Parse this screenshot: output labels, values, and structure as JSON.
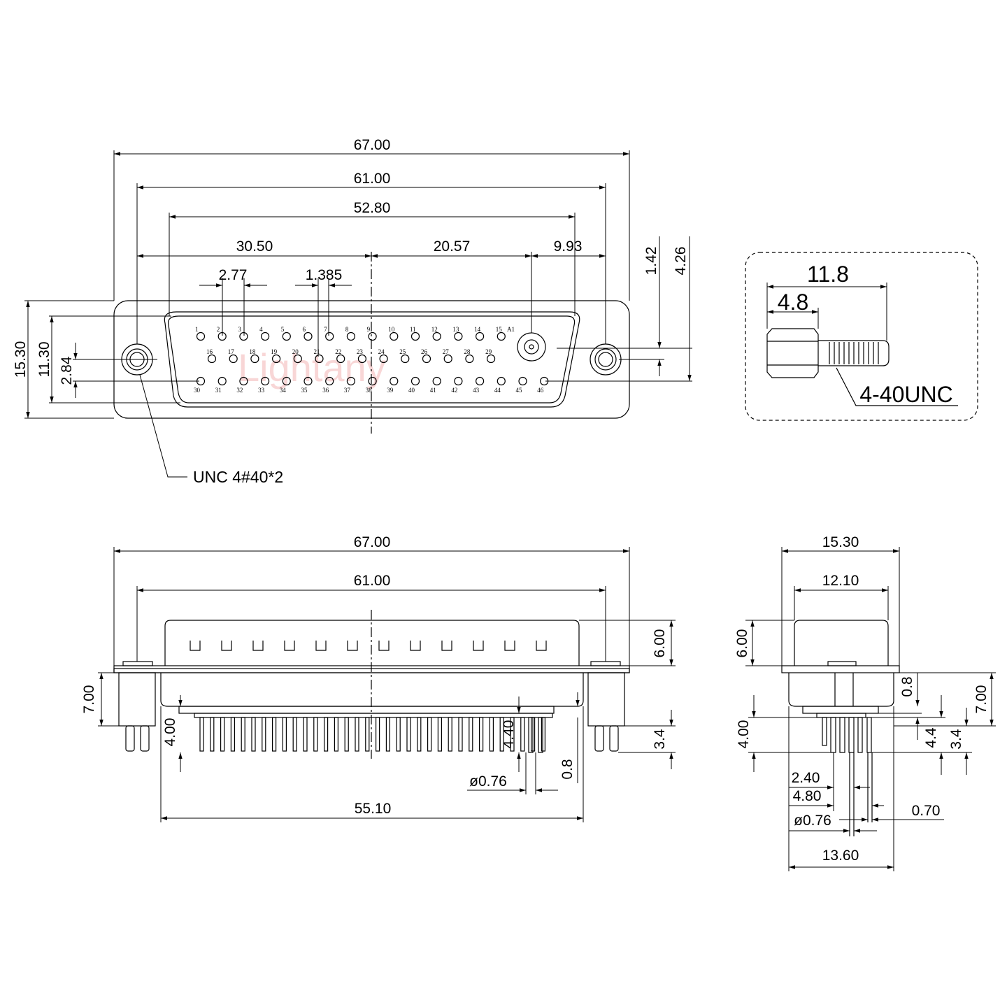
{
  "watermark": "Lightany",
  "front_view": {
    "dims": {
      "overall_width": "67.00",
      "mount_spacing": "61.00",
      "shell_width": "52.80",
      "left_to_center": "30.50",
      "center_to_coax": "20.57",
      "coax_to_mount": "9.93",
      "pin_pitch": "2.77",
      "row_offset": "1.385",
      "overall_height": "15.30",
      "shell_height": "11.30",
      "row_spacing": "2.84",
      "coax_offset_small": "1.42",
      "coax_offset_large": "4.26"
    },
    "callout": "UNC 4#40*2",
    "row1_labels": [
      "1",
      "2",
      "3",
      "4",
      "5",
      "6",
      "7",
      "8",
      "9",
      "10",
      "11",
      "12",
      "13",
      "14",
      "15",
      "A1"
    ],
    "row2_labels": [
      "16",
      "17",
      "18",
      "19",
      "20",
      "21",
      "22",
      "23",
      "24",
      "25",
      "26",
      "27",
      "28",
      "29"
    ],
    "row3_labels": [
      "30",
      "31",
      "32",
      "33",
      "34",
      "35",
      "36",
      "37",
      "38",
      "39",
      "40",
      "41",
      "42",
      "43",
      "44",
      "45",
      "46"
    ]
  },
  "screw_detail": {
    "total_length": "11.8",
    "hex_length": "4.8",
    "thread_label": "4-40UNC"
  },
  "side_view": {
    "dims": {
      "overall_width": "67.00",
      "mount_spacing": "61.00",
      "shell_depth": "6.00",
      "standoff_height": "7.00",
      "pin_length_left": "4.00",
      "pin_length_right": "4.40",
      "pin_tail": "3.4",
      "pin_step": "0.8",
      "pin_diameter": "ø0.76",
      "pcb_span": "55.10"
    }
  },
  "end_view": {
    "dims": {
      "overall_width": "15.30",
      "shell_width": "12.10",
      "shell_depth": "6.00",
      "pin_length": "4.00",
      "plate_step": "0.8",
      "standoff_height": "7.00",
      "tail_long": "4.4",
      "tail_short": "3.4",
      "row_pitch": "2.40",
      "row_span": "4.80",
      "pin_diameter": "ø0.76",
      "tail_offset": "0.70",
      "base_width": "13.60"
    }
  }
}
